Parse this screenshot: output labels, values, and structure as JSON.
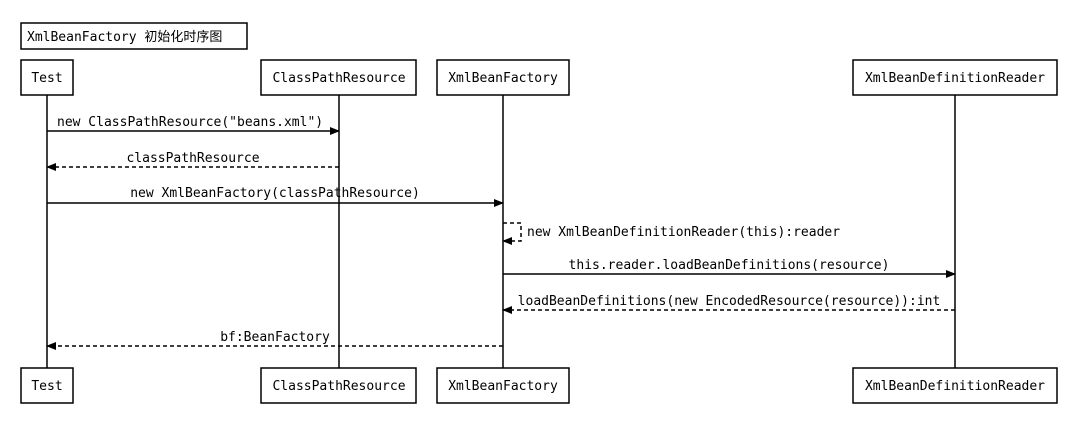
{
  "title": "XmlBeanFactory 初始化时序图",
  "participants": [
    {
      "id": "test",
      "label": "Test"
    },
    {
      "id": "cpr",
      "label": "ClassPathResource"
    },
    {
      "id": "xbf",
      "label": "XmlBeanFactory"
    },
    {
      "id": "xbdr",
      "label": "XmlBeanDefinitionReader"
    }
  ],
  "messages": [
    {
      "from": "test",
      "to": "cpr",
      "label": "new ClassPathResource(\"beans.xml\")",
      "style": "solid"
    },
    {
      "from": "cpr",
      "to": "test",
      "label": "classPathResource",
      "style": "dashed"
    },
    {
      "from": "test",
      "to": "xbf",
      "label": "new XmlBeanFactory(classPathResource)",
      "style": "solid"
    },
    {
      "from": "xbf",
      "to": "xbf",
      "label": "new XmlBeanDefinitionReader(this):reader",
      "style": "dashed"
    },
    {
      "from": "xbf",
      "to": "xbdr",
      "label": "this.reader.loadBeanDefinitions(resource)",
      "style": "solid"
    },
    {
      "from": "xbdr",
      "to": "xbf",
      "label": "loadBeanDefinitions(new EncodedResource(resource)):int",
      "style": "dashed"
    },
    {
      "from": "xbf",
      "to": "test",
      "label": "bf:BeanFactory",
      "style": "dashed"
    }
  ]
}
